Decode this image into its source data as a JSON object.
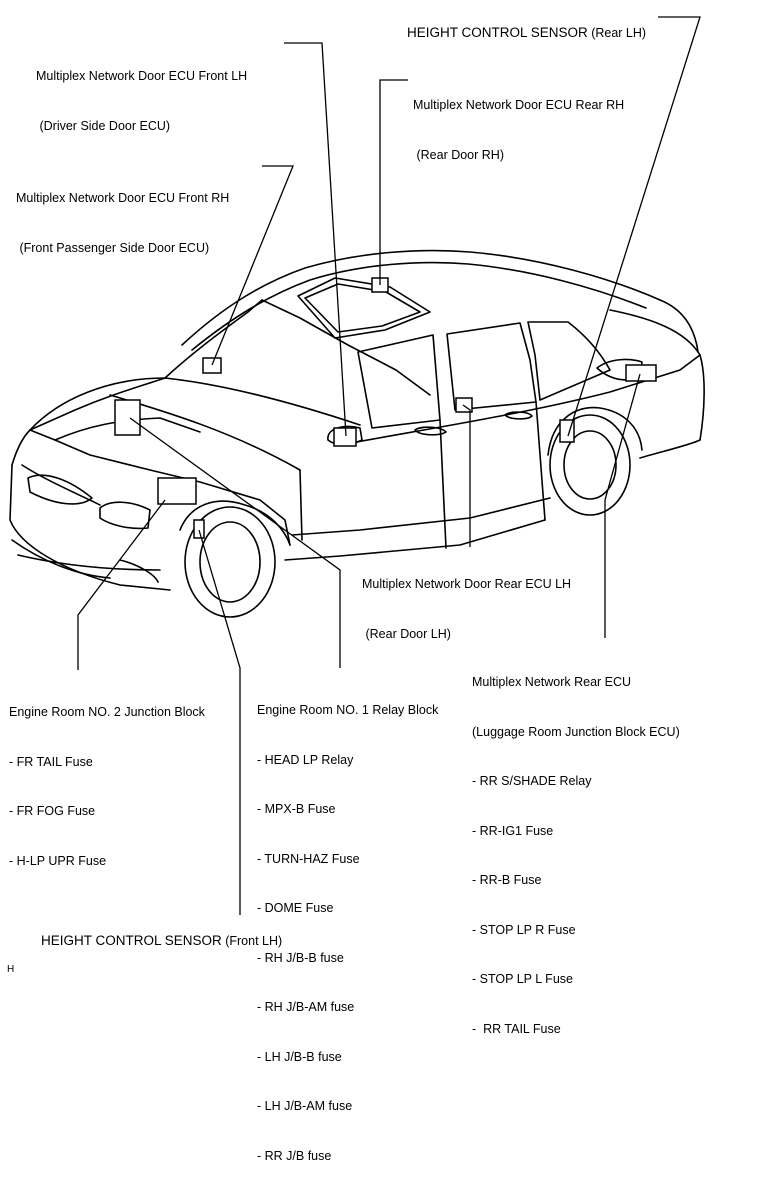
{
  "labels": {
    "height_rear": {
      "main": "HEIGHT CONTROL SENSOR",
      "sub": " (Rear LH)"
    },
    "door_front_lh": [
      "Multiplex Network Door ECU Front LH",
      " (Driver Side Door ECU)"
    ],
    "door_rear_rh": [
      "Multiplex Network Door ECU Rear RH",
      " (Rear Door RH)"
    ],
    "door_front_rh": [
      "Multiplex Network Door ECU Front RH",
      " (Front Passenger Side Door ECU)"
    ],
    "door_rear_lh": [
      "Multiplex Network Door Rear ECU LH",
      " (Rear Door LH)"
    ],
    "rear_ecu": {
      "title": "Multiplex Network Rear ECU",
      "subtitle": "(Luggage Room Junction Block ECU)",
      "items": [
        "- RR S/SHADE Relay",
        "- RR-IG1 Fuse",
        "- RR-B Fuse",
        "- STOP LP R Fuse",
        "- STOP LP L Fuse",
        "-  RR TAIL Fuse"
      ]
    },
    "jb2": {
      "title": "Engine Room NO. 2 Junction Block",
      "items": [
        "- FR TAIL Fuse",
        "- FR FOG Fuse",
        "- H-LP UPR Fuse"
      ]
    },
    "relay1": {
      "title": "Engine Room NO. 1 Relay Block",
      "items": [
        "- HEAD LP Relay",
        "- MPX-B Fuse",
        "- TURN-HAZ Fuse",
        "- DOME Fuse",
        "- RH J/B-B fuse",
        "- RH J/B-AM fuse",
        "- LH J/B-B fuse",
        "- LH J/B-AM fuse",
        "- RR J/B fuse"
      ]
    },
    "height_front": {
      "main": "HEIGHT CONTROL SENSOR",
      "sub": " (Front LH)"
    }
  },
  "corner_code": "H"
}
